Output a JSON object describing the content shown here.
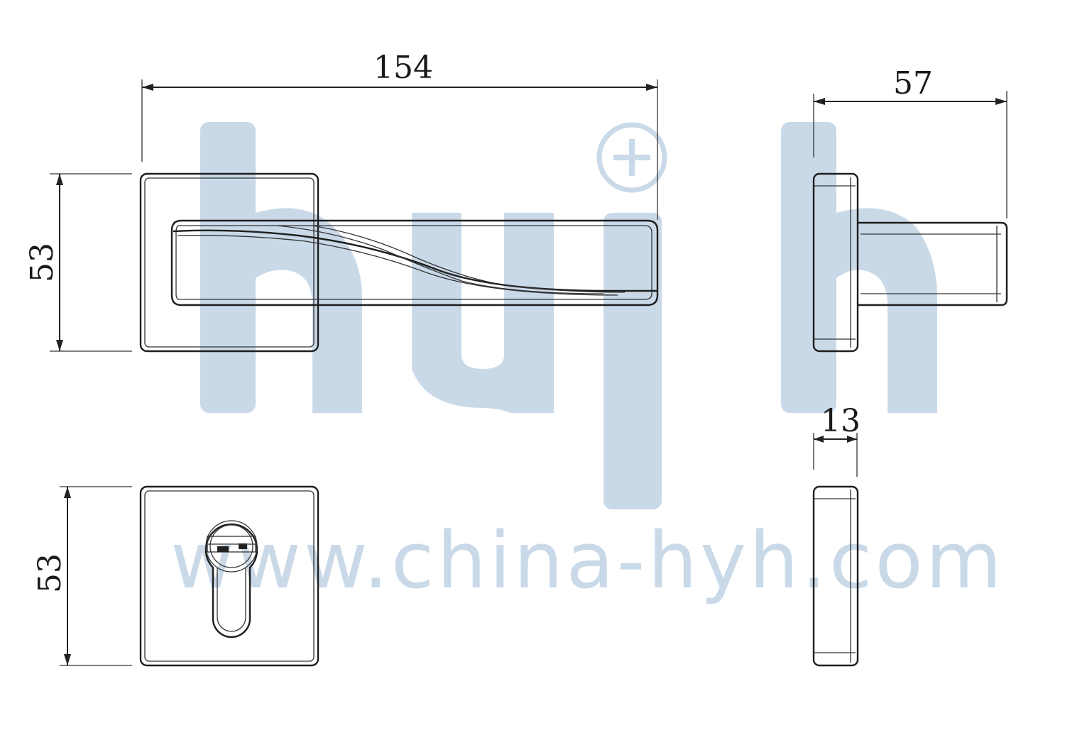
{
  "dimensions": {
    "handle_length": "154",
    "handle_depth": "57",
    "rose_height_top": "53",
    "rose_height_bottom": "53",
    "escutcheon_thickness": "13"
  },
  "watermark": {
    "logo_text": "hyh",
    "url_text": "www.china-hyh.com"
  },
  "colors": {
    "ink": "#1e1e1e",
    "watermark": "#c9d9e8"
  }
}
